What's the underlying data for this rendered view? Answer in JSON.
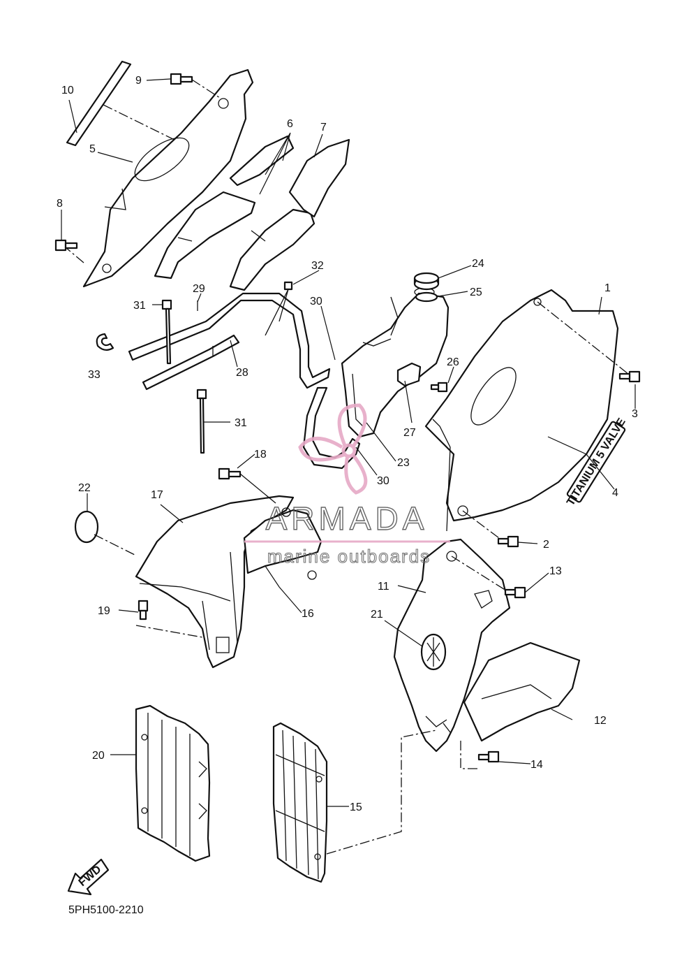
{
  "diagram_code": "5PH5100-2210",
  "fwd_label": "FWD",
  "decal_text": "TITANIUM 5 VALVE",
  "watermark": {
    "name": "ARMADA",
    "tagline": "marine outboards",
    "color": "#e6a9c6"
  },
  "callouts": {
    "c1": "1",
    "c2": "2",
    "c3": "3",
    "c4": "4",
    "c5": "5",
    "c6": "6",
    "c7": "7",
    "c8": "8",
    "c9": "9",
    "c10": "10",
    "c11": "11",
    "c12": "12",
    "c13": "13",
    "c14": "14",
    "c15": "15",
    "c16": "16",
    "c17": "17",
    "c18": "18",
    "c19": "19",
    "c20": "20",
    "c21": "21",
    "c22": "22",
    "c23": "23",
    "c24": "24",
    "c25": "25",
    "c26": "26",
    "c27": "27",
    "c28": "28",
    "c29": "29",
    "c30a": "30",
    "c30b": "30",
    "c31a": "31",
    "c31b": "31",
    "c32": "32",
    "c33": "33"
  }
}
